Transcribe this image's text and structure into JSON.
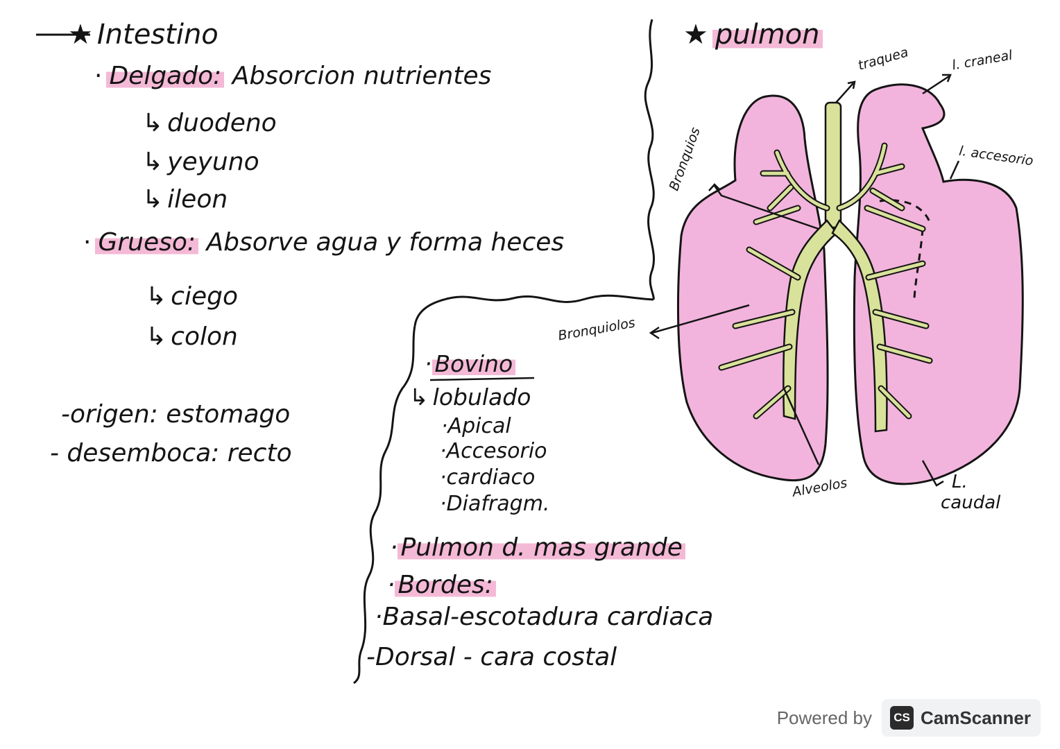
{
  "intestino": {
    "title": "Intestino",
    "delgado_label": "Delgado:",
    "delgado_desc": "Absorcion nutrientes",
    "delgado_parts": [
      "duodeno",
      "yeyuno",
      "ileon"
    ],
    "grueso_label": "Grueso:",
    "grueso_desc": "Absorve agua y forma heces",
    "grueso_parts": [
      "ciego",
      "colon"
    ],
    "origen": "-origen: estomago",
    "desemboca": "- desemboca: recto"
  },
  "pulmon": {
    "title": "pulmon",
    "bovino_title": "Bovino",
    "lobulado": "lobulado",
    "lobulos": [
      "Apical",
      "Accesorio",
      "cardiaco",
      "Diafragm."
    ],
    "pulmon_d": "Pulmon d. mas grande",
    "bordes_title": "Bordes:",
    "borde_basal": "Basal-escotadura cardiaca",
    "borde_dorsal": "Dorsal - cara costal",
    "diagram_labels": {
      "traquea": "traquea",
      "l_craneal": "l. craneal",
      "bronquios": "Bronquios",
      "l_accesorio": "l. accesorio",
      "bronquiolos": "Bronquiolos",
      "alveolos": "Alveolos",
      "l_caudal_1": "L.",
      "l_caudal_2": "caudal"
    }
  },
  "colors": {
    "highlight": "#f4b9d6",
    "lung_fill": "#f2b4dc",
    "airway_fill": "#d9e29a",
    "ink": "#141414"
  },
  "footer": {
    "powered_by": "Powered by",
    "logo": "CS",
    "brand": "CamScanner"
  }
}
